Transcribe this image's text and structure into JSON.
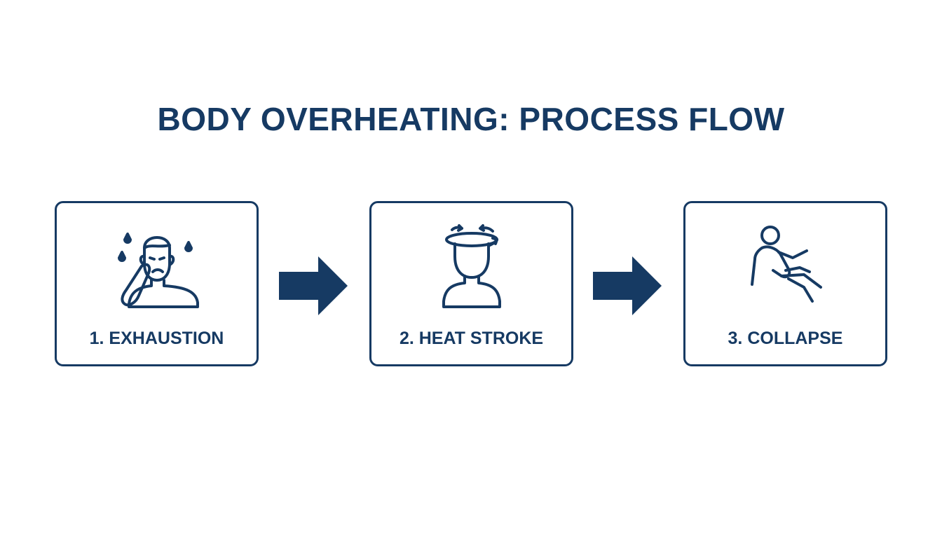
{
  "title": "BODY OVERHEATING: PROCESS FLOW",
  "colors": {
    "primary": "#163a63",
    "background": "#ffffff"
  },
  "steps": [
    {
      "label": "1. EXHAUSTION",
      "icon": "sweating-person-icon"
    },
    {
      "label": "2. HEAT STROKE",
      "icon": "dizzy-head-icon"
    },
    {
      "label": "3. COLLAPSE",
      "icon": "falling-person-icon"
    }
  ],
  "connectors": [
    {
      "icon": "right-arrow-icon"
    },
    {
      "icon": "right-arrow-icon"
    }
  ]
}
